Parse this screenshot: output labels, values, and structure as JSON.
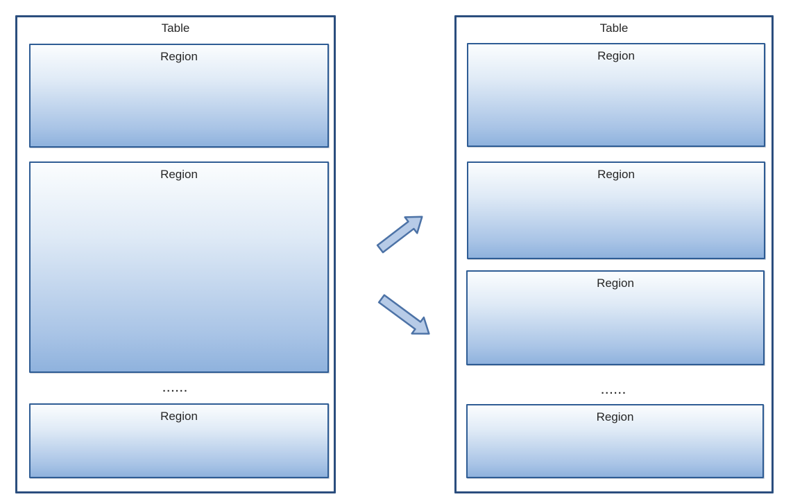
{
  "left_table": {
    "title": "Table",
    "regions": [
      {
        "label": "Region"
      },
      {
        "label": "Region"
      },
      {
        "label": "Region"
      }
    ],
    "ellipsis": "......"
  },
  "right_table": {
    "title": "Table",
    "regions": [
      {
        "label": "Region"
      },
      {
        "label": "Region"
      },
      {
        "label": "Region"
      },
      {
        "label": "Region"
      }
    ],
    "ellipsis": "......"
  },
  "arrows": [
    {
      "icon": "arrow-up-right",
      "direction": "up-right"
    },
    {
      "icon": "arrow-down-right",
      "direction": "down-right"
    }
  ],
  "colors": {
    "table_border": "#2b4e7e",
    "region_border": "#2e5c94",
    "region_gradient_top": "#fbfdfe",
    "region_gradient_bottom": "#8fb2dd",
    "arrow_fill": "#b7cbe7",
    "arrow_stroke": "#4c72a6",
    "text": "#262626",
    "background": "#ffffff"
  }
}
